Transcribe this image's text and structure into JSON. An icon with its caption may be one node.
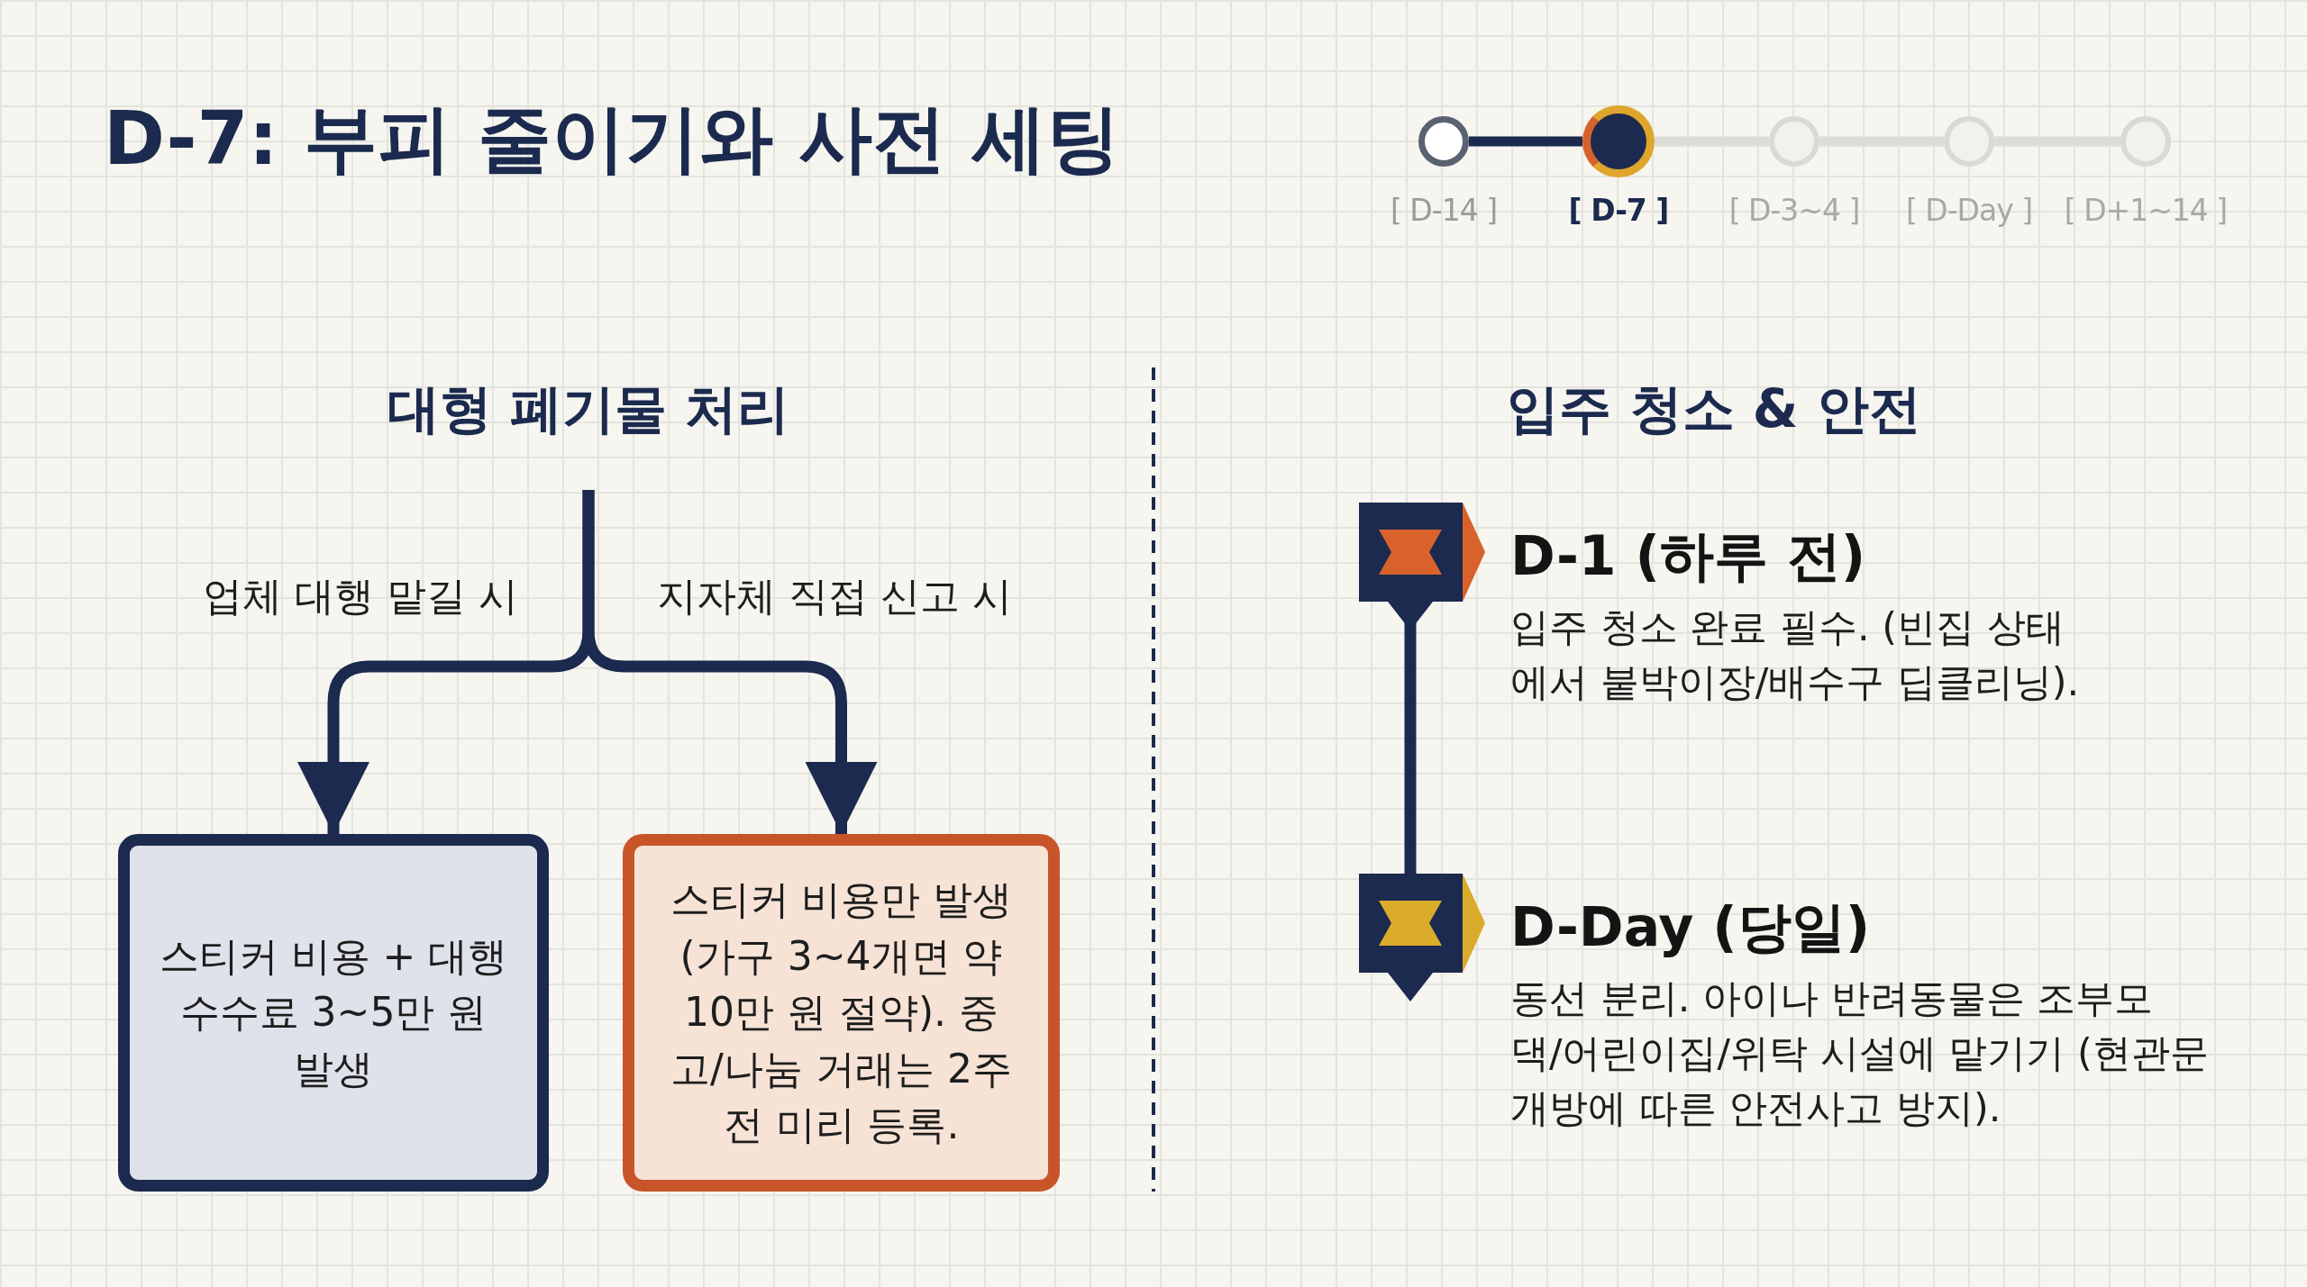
{
  "diagram": {
    "title": "D-7: 부피 줄이기와 사전 세팅",
    "nodes": [
      {
        "text": [],
        "shape": "circle",
        "beside": [
          "[ D-14 ]"
        ]
      },
      {
        "text": [],
        "shape": "circle",
        "beside": [
          "[ D-7 ]"
        ]
      },
      {
        "text": [],
        "shape": "circle",
        "beside": [
          "[ D-3~4 ]"
        ]
      },
      {
        "text": [],
        "shape": "circle",
        "beside": [
          "[ D-Day ]"
        ]
      },
      {
        "text": [],
        "shape": "circle",
        "beside": [
          "[ D+1~14 ]"
        ]
      },
      {
        "text": [
          "스티커 비용 + 대행 수수료 3~5만 원 발생"
        ]
      },
      {
        "text": [
          "스티커 비용만 발생 (가구 3~4개면 약 10만 원 절약). 중고/나눔 거래는 2주 전 미리 등록."
        ]
      },
      {
        "text": [],
        "shape": "flag",
        "beside": [
          "D-1 (하루 전)",
          "입주 청소 완료 필수. (빈집 상태에서 붙박이장/배수구 딥클리닝)."
        ]
      },
      {
        "text": [],
        "shape": "flag",
        "beside": [
          "D-Day (당일)",
          "동선 분리. 아이나 반려동물은 조부모 댁/어린이집/위탁 시설에 맡기기 (현관문 개방에 따른 안전사고 방지)."
        ]
      }
    ],
    "edges": [
      {
        "from": 0,
        "to": 1,
        "arrow": "none"
      },
      {
        "from": 1,
        "to": 2,
        "arrow": "none",
        "color": "#dcdcd8"
      },
      {
        "from": 2,
        "to": 3,
        "arrow": "none",
        "color": "#dcdcd8"
      },
      {
        "from": 3,
        "to": 4,
        "arrow": "none",
        "color": "#dcdcd8"
      },
      {
        "from": null,
        "to": 5,
        "arrow": "to",
        "label": "업체 대행 맡길 시"
      },
      {
        "from": null,
        "to": 6,
        "arrow": "to",
        "label": "지자체 직접 신고 시"
      },
      {
        "from": 7,
        "to": 8,
        "arrow": "none"
      }
    ],
    "labels": [
      "대형 폐기물 처리",
      "입주 청소 & 안전"
    ]
  }
}
